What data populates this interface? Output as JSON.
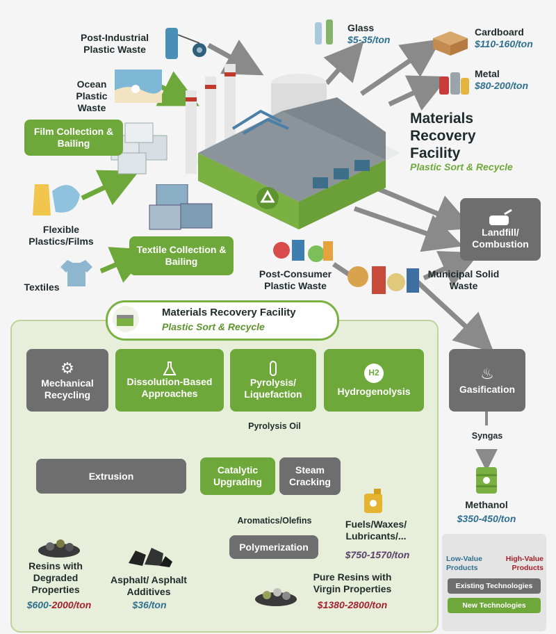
{
  "header": {
    "mrf_title": "Materials Recovery Facility",
    "mrf_subtitle": "Plastic Sort & Recycle"
  },
  "inputs": {
    "post_industrial": "Post-Industrial Plastic Waste",
    "ocean": "Ocean Plastic Waste",
    "film_collection": "Film Collection & Bailing",
    "flexible": "Flexible Plastics/Films",
    "textile_collection": "Textile Collection & Bailing",
    "textiles": "Textiles",
    "post_consumer": "Post-Consumer Plastic Waste",
    "municipal": "Municipal Solid Waste"
  },
  "outputs": {
    "glass": {
      "name": "Glass",
      "price": "$5-35/ton"
    },
    "cardboard": {
      "name": "Cardboard",
      "price": "$110-160/ton"
    },
    "metal": {
      "name": "Metal",
      "price": "$80-200/ton"
    },
    "landfill": "Landfill/ Combustion"
  },
  "panel": {
    "title": "Materials Recovery Facility",
    "subtitle": "Plastic Sort & Recycle",
    "mechanical": "Mechanical Recycling",
    "dissolution": "Dissolution-Based Approaches",
    "pyrolysis": "Pyrolysis/ Liquefaction",
    "hydrogenolysis": "Hydrogenolysis",
    "h2": "H2",
    "pyrolysis_oil": "Pyrolysis Oil",
    "extrusion": "Extrusion",
    "catalytic": "Catalytic Upgrading",
    "steam": "Steam Cracking",
    "aromatics": "Aromatics/Olefins",
    "polymerization": "Polymerization",
    "fuels": "Fuels/Waxes/ Lubricants/...",
    "fuels_price": "$750-1570/ton",
    "resins_degraded": "Resins with Degraded Properties",
    "resins_degraded_price_a": "$600-",
    "resins_degraded_price_b": "2000/ton",
    "asphalt": "Asphalt/ Asphalt Additives",
    "asphalt_price": "$36/ton",
    "pure_resins": "Pure Resins with Virgin Properties",
    "pure_resins_price_a": "$1380-",
    "pure_resins_price_b": "2800/ton"
  },
  "gasification": {
    "label": "Gasification",
    "syngas": "Syngas",
    "methanol": "Methanol",
    "methanol_price": "$350-450/ton"
  },
  "legend": {
    "low": "Low-Value Products",
    "high": "High-Value Products",
    "existing": "Existing Technologies",
    "new": "New Technologies"
  },
  "colors": {
    "green": "#6fa83a",
    "gray": "#6e6e6e",
    "blue_price": "#2f6f8f",
    "red_price": "#a4202d"
  }
}
